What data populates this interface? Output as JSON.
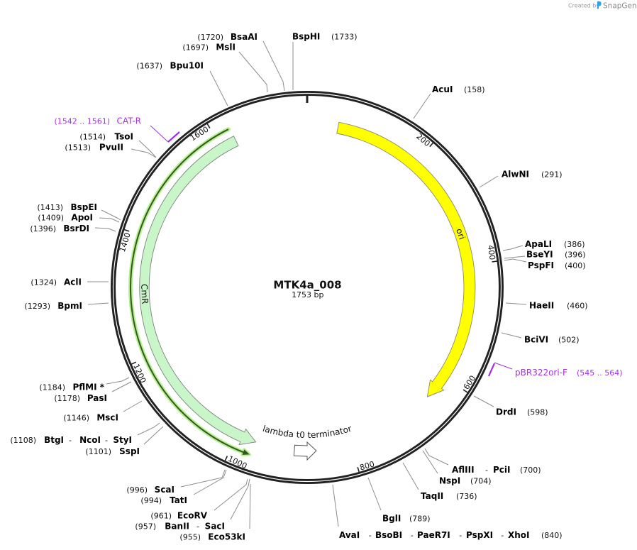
{
  "branding": {
    "created_by": "Created by",
    "brand": "SnapGene"
  },
  "plasmid": {
    "name": "MTK4a_008",
    "length": "1753 bp"
  },
  "features": {
    "ori": "ori",
    "cmr": "CmR",
    "terminator": "lambda t0 terminator"
  },
  "primers": [
    {
      "name": "CAT-R",
      "range": "(1542 .. 1561)"
    },
    {
      "name": "pBR322ori-F",
      "range": "(545 .. 564)"
    }
  ],
  "ticks": [
    "200",
    "400",
    "600",
    "800",
    "1000",
    "1200",
    "1400",
    "1600"
  ],
  "separator": "-",
  "sites": [
    {
      "position": "(1720)",
      "enzymes": [
        "BsaAI"
      ]
    },
    {
      "position": "(1697)",
      "enzymes": [
        "MslI"
      ]
    },
    {
      "position": "(1733)",
      "enzymes": [
        "BspHI"
      ]
    },
    {
      "position": "(1637)",
      "enzymes": [
        "Bpu10I"
      ]
    },
    {
      "position": "(1514)",
      "enzymes": [
        "TsoI"
      ]
    },
    {
      "position": "(1513)",
      "enzymes": [
        "PvuII"
      ]
    },
    {
      "position": "(1413)",
      "enzymes": [
        "BspEI"
      ]
    },
    {
      "position": "(1409)",
      "enzymes": [
        "ApoI"
      ]
    },
    {
      "position": "(1396)",
      "enzymes": [
        "BsrDI"
      ]
    },
    {
      "position": "(1324)",
      "enzymes": [
        "AclI"
      ]
    },
    {
      "position": "(1293)",
      "enzymes": [
        "BpmI"
      ]
    },
    {
      "position": "(1184)",
      "enzymes": [
        "PflMI *"
      ]
    },
    {
      "position": "(1178)",
      "enzymes": [
        "PasI"
      ]
    },
    {
      "position": "(1146)",
      "enzymes": [
        "MscI"
      ]
    },
    {
      "position": "(1108)",
      "enzymes": [
        "BtgI",
        "NcoI",
        "StyI"
      ]
    },
    {
      "position": "(1101)",
      "enzymes": [
        "SspI"
      ]
    },
    {
      "position": "(996)",
      "enzymes": [
        "ScaI"
      ]
    },
    {
      "position": "(994)",
      "enzymes": [
        "TatI"
      ]
    },
    {
      "position": "(961)",
      "enzymes": [
        "EcoRV"
      ]
    },
    {
      "position": "(957)",
      "enzymes": [
        "BanII",
        "SacI"
      ]
    },
    {
      "position": "(955)",
      "enzymes": [
        "Eco53kI"
      ]
    },
    {
      "position": "(840)",
      "enzymes": [
        "AvaI",
        "BsoBI",
        "PaeR7I",
        "PspXI",
        "XhoI"
      ]
    },
    {
      "position": "(789)",
      "enzymes": [
        "BglI"
      ]
    },
    {
      "position": "(736)",
      "enzymes": [
        "TaqII"
      ]
    },
    {
      "position": "(704)",
      "enzymes": [
        "NspI"
      ]
    },
    {
      "position": "(700)",
      "enzymes": [
        "AflIII",
        "PciI"
      ]
    },
    {
      "position": "(598)",
      "enzymes": [
        "DrdI"
      ]
    },
    {
      "position": "(502)",
      "enzymes": [
        "BciVI"
      ]
    },
    {
      "position": "(460)",
      "enzymes": [
        "HaeII"
      ]
    },
    {
      "position": "(400)",
      "enzymes": [
        "PspFI"
      ]
    },
    {
      "position": "(396)",
      "enzymes": [
        "BseYI"
      ]
    },
    {
      "position": "(386)",
      "enzymes": [
        "ApaLI"
      ]
    },
    {
      "position": "(291)",
      "enzymes": [
        "AlwNI"
      ]
    },
    {
      "position": "(158)",
      "enzymes": [
        "AcuI"
      ]
    }
  ],
  "colors": {
    "backbone": "#222222",
    "ori": "#ffff00",
    "cmr": "#c9f6c9",
    "orf_glow": "#b5ef8f",
    "orf_line": "#34591f",
    "primer": "#a232e6",
    "brand": "#2fa3e6"
  }
}
